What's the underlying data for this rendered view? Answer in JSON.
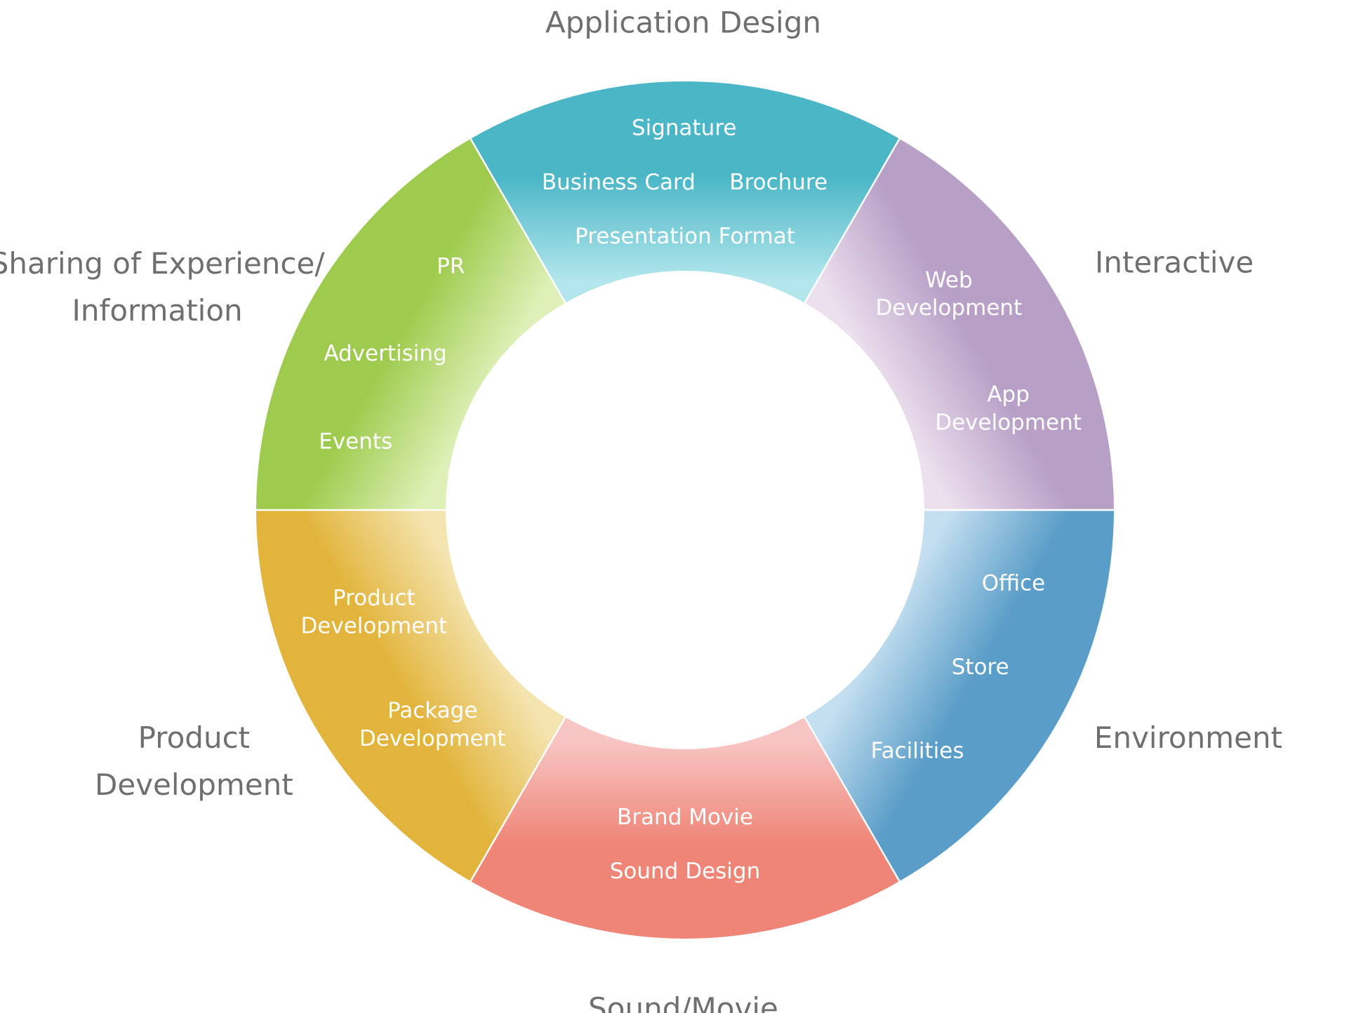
{
  "diagram": {
    "segments": [
      {
        "name": "application-design",
        "title_lines": [
          "Application Design"
        ],
        "items": [
          {
            "lines": [
              "Signature"
            ]
          },
          {
            "lines": [
              "Business Card"
            ]
          },
          {
            "lines": [
              "Brochure"
            ]
          },
          {
            "lines": [
              "Presentation Format"
            ]
          }
        ],
        "color_outer": "#4ab6c6",
        "color_inner": "#b2e6ec"
      },
      {
        "name": "interactive",
        "title_lines": [
          "Interactive"
        ],
        "items": [
          {
            "lines": [
              "Web",
              "Development"
            ]
          },
          {
            "lines": [
              "App",
              "Development"
            ]
          }
        ],
        "color_outer": "#b79fc6",
        "color_inner": "#ece0ee"
      },
      {
        "name": "environment",
        "title_lines": [
          "Environment"
        ],
        "items": [
          {
            "lines": [
              "Office"
            ]
          },
          {
            "lines": [
              "Store"
            ]
          },
          {
            "lines": [
              "Facilities"
            ]
          }
        ],
        "color_outer": "#5a9dc8",
        "color_inner": "#c4dff0"
      },
      {
        "name": "sound-movie",
        "title_lines": [
          "Sound/Movie"
        ],
        "items": [
          {
            "lines": [
              "Brand Movie"
            ]
          },
          {
            "lines": [
              "Sound Design"
            ]
          }
        ],
        "color_outer": "#ef8577",
        "color_inner": "#f7c6c4"
      },
      {
        "name": "product-development",
        "title_lines": [
          "Product",
          "Development"
        ],
        "items": [
          {
            "lines": [
              "Product",
              "Development"
            ]
          },
          {
            "lines": [
              "Package",
              "Development"
            ]
          }
        ],
        "color_outer": "#e2b43c",
        "color_inner": "#f4e4b0"
      },
      {
        "name": "sharing-of-experience",
        "title_lines": [
          "Sharing of Experience/",
          "Information"
        ],
        "items": [
          {
            "lines": [
              "PR"
            ]
          },
          {
            "lines": [
              "Advertising"
            ]
          },
          {
            "lines": [
              "Events"
            ]
          }
        ],
        "color_outer": "#9ecb4e",
        "color_inner": "#def0b8"
      }
    ]
  }
}
